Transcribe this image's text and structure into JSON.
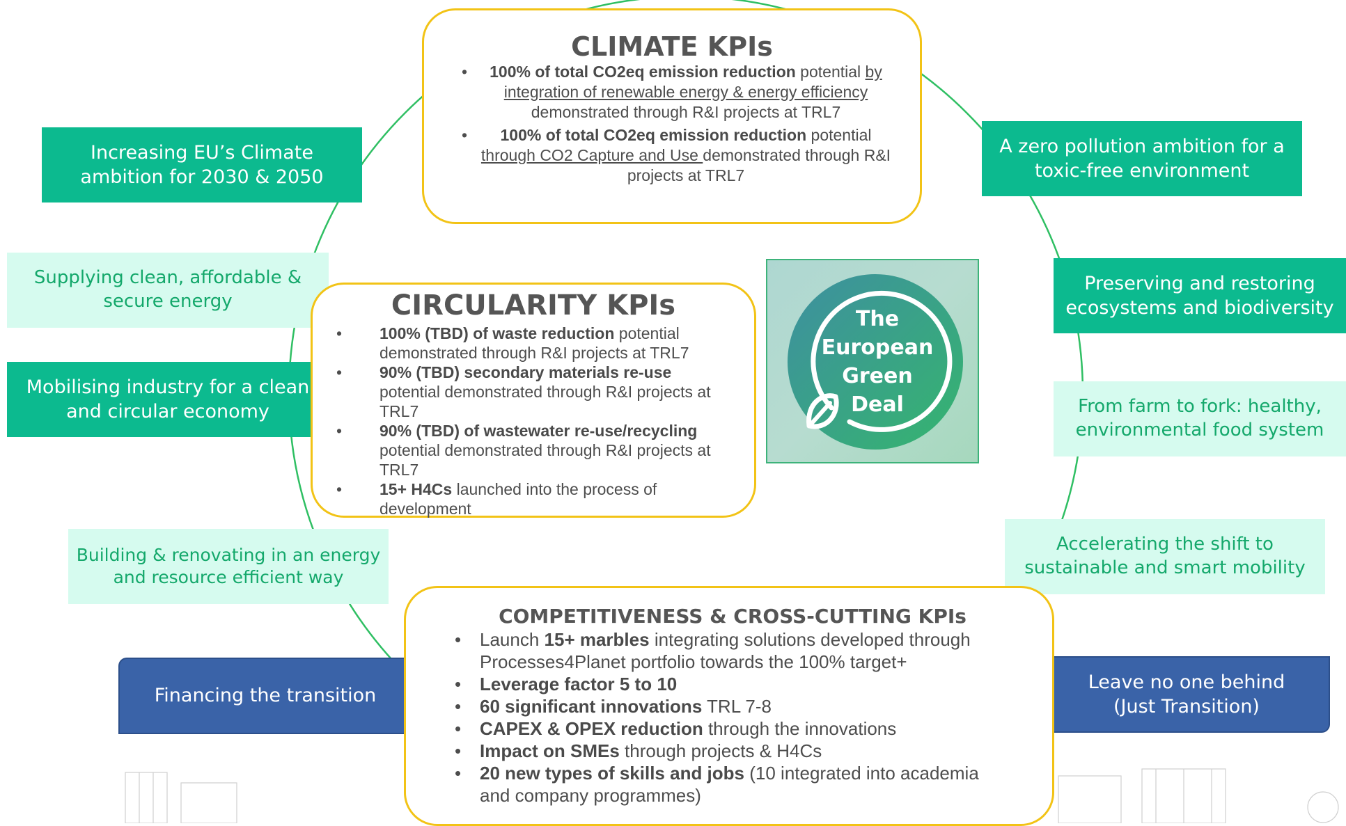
{
  "colors": {
    "ring": "#2fbf63",
    "kpi_border": "#f2c316",
    "dark_green": "#0cba8f",
    "light_mint": "#d6fbef",
    "light_text": "#14a86b",
    "blue": "#3a63a8"
  },
  "climate": {
    "title": "CLIMATE KPIs",
    "item1": {
      "bold": "100% of total CO2eq  emission reduction",
      "text1": " potential ",
      "underline": "by integration of renewable energy & energy efficiency",
      "text2": " demonstrated through R&I projects at TRL7"
    },
    "item2": {
      "bold": "100% of total CO2eq emission reduction",
      "text1": " potential ",
      "underline": "through CO2 Capture and Use ",
      "text2": " demonstrated through R&I projects at TRL7"
    }
  },
  "circularity": {
    "title": "CIRCULARITY KPIs",
    "items": [
      {
        "bold": "100% (TBD) of waste reduction",
        "text": " potential demonstrated through R&I projects at TRL7"
      },
      {
        "bold": "90% (TBD) secondary materials re-use",
        "text": " potential  demonstrated through R&I projects at TRL7"
      },
      {
        "bold": "90% (TBD) of wastewater re-use/recycling",
        "text": " potential demonstrated through R&I projects at TRL7"
      },
      {
        "bold": "15+ H4Cs",
        "text": " launched into the process of development"
      }
    ]
  },
  "competitiveness": {
    "title": "COMPETITIVENESS & CROSS-CUTTING KPIs",
    "items": [
      {
        "pre": "Launch ",
        "bold": "15+ marbles",
        "text": " integrating solutions developed through Processes4Planet portfolio towards the 100% target+"
      },
      {
        "pre": "",
        "bold": "Leverage factor 5 to 10",
        "text": ""
      },
      {
        "pre": "",
        "bold": "60 significant innovations",
        "text": " TRL 7-8"
      },
      {
        "pre": "",
        "bold": "CAPEX & OPEX reduction",
        "text": " through the innovations"
      },
      {
        "pre": "",
        "bold": "Impact on SMEs",
        "text": " through projects & H4Cs"
      },
      {
        "pre": "",
        "bold": "20 new types of skills and jobs",
        "text": " (10 integrated into academia and company programmes)"
      }
    ]
  },
  "logo": {
    "line1": "The",
    "line2": "European",
    "line3": "Green",
    "line4": "Deal"
  },
  "pillars": {
    "climate_ambition": [
      "Increasing EU’s Climate",
      "ambition for 2030 & 2050"
    ],
    "clean_energy": [
      "Supplying clean, affordable &",
      "secure energy"
    ],
    "industry": [
      "Mobilising industry for a clean",
      "and circular economy"
    ],
    "building": [
      "Building & renovating in an energy",
      "and resource efficient way"
    ],
    "financing": [
      "Financing the transition"
    ],
    "zero_pollution": [
      "A zero pollution ambition for a",
      "toxic-free environment"
    ],
    "ecosystems": [
      "Preserving and restoring",
      "ecosystems and biodiversity"
    ],
    "farm_to_fork": [
      "From farm to fork: healthy,",
      "environmental food system"
    ],
    "mobility": [
      "Accelerating the shift to",
      "sustainable and smart mobility"
    ],
    "just_transition": [
      "Leave no one behind",
      "(Just Transition)"
    ]
  }
}
